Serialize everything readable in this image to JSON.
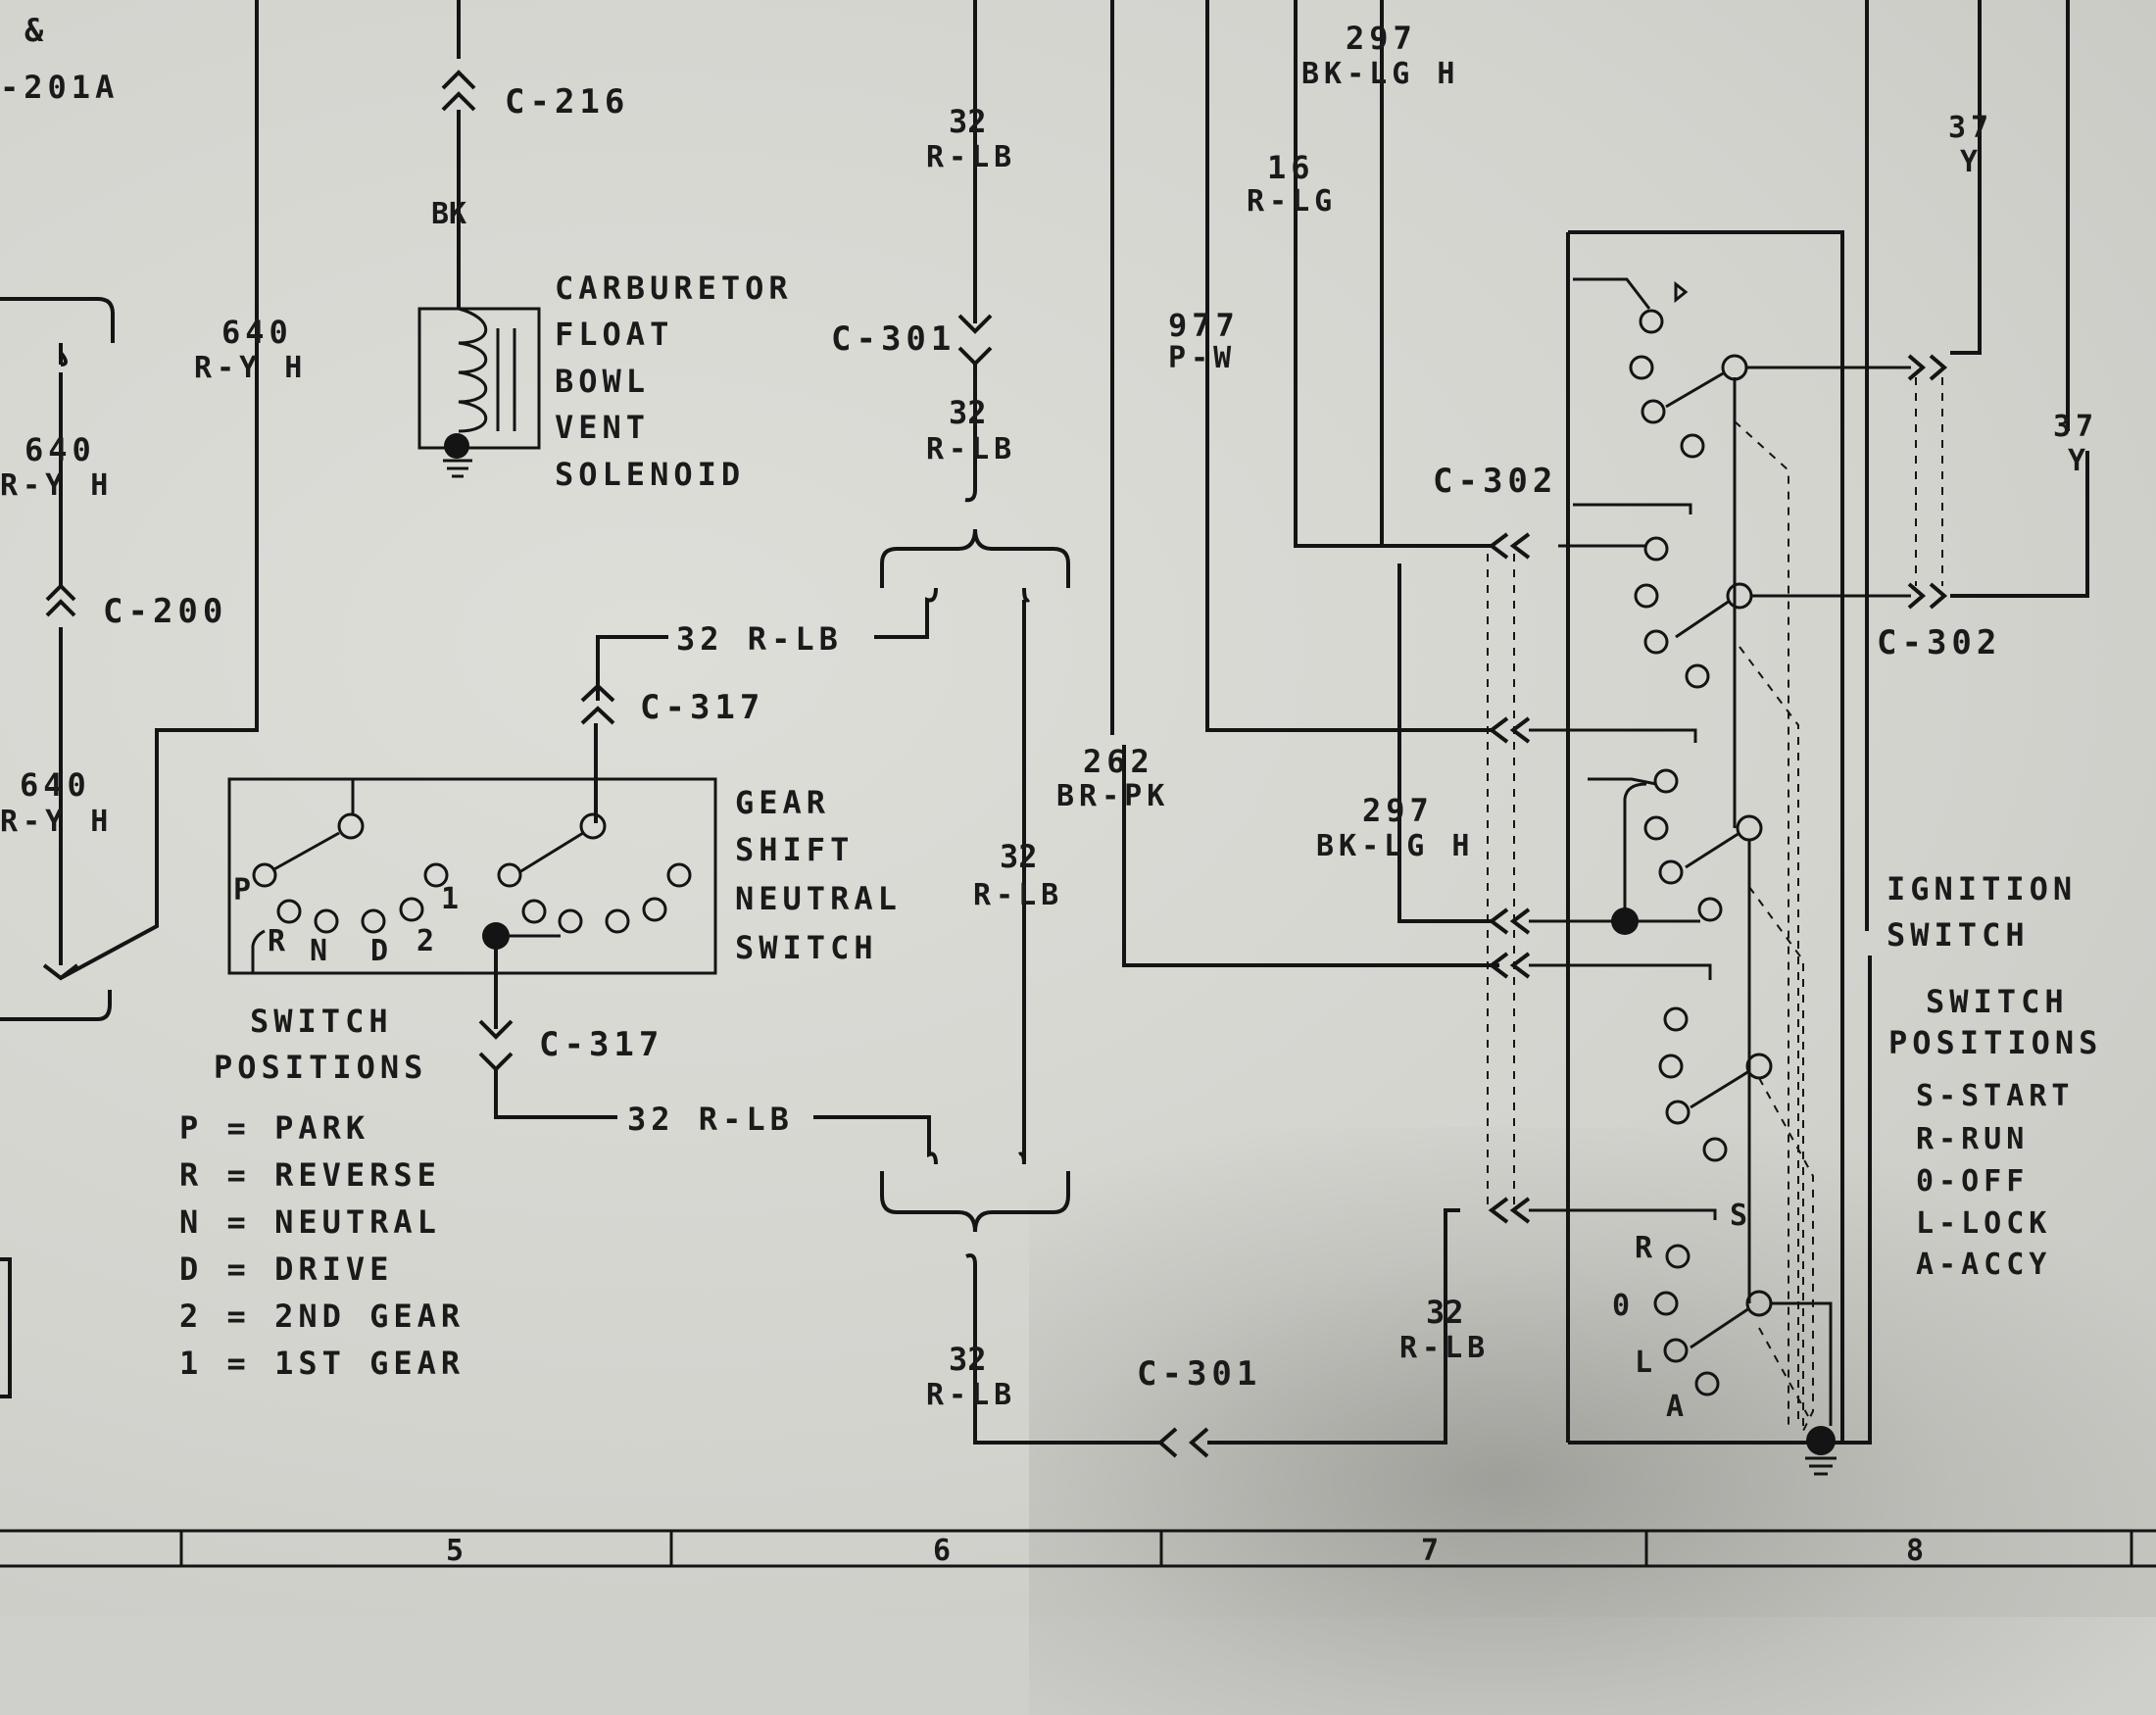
{
  "components": {
    "carb_solenoid": {
      "lines": [
        "CARBURETOR",
        "FLOAT",
        "BOWL",
        "VENT",
        "SOLENOID"
      ]
    },
    "gear_switch": {
      "lines": [
        "GEAR",
        "SHIFT",
        "NEUTRAL",
        "SWITCH"
      ],
      "pos_letters": [
        "P",
        "R",
        "N",
        "D",
        "2",
        "1"
      ]
    },
    "gear_positions": {
      "title": [
        "SWITCH",
        "POSITIONS"
      ],
      "items": [
        "P = PARK",
        "R = REVERSE",
        "N = NEUTRAL",
        "D = DRIVE",
        "2 = 2ND GEAR",
        "1 = 1ST GEAR"
      ]
    },
    "ignition_switch": {
      "lines": [
        "IGNITION",
        "SWITCH"
      ],
      "pos_letters": [
        "S",
        "R",
        "0",
        "L",
        "A"
      ]
    },
    "ignition_positions": {
      "title": [
        "SWITCH",
        "POSITIONS"
      ],
      "items": [
        "S-START",
        "R-RUN",
        "0-OFF",
        "L-LOCK",
        "A-ACCY"
      ]
    }
  },
  "connectors": {
    "c216": "C-216",
    "c200": "C-200",
    "c301_a": "C-301",
    "c301_b": "C-301",
    "c317_a": "C-317",
    "c317_b": "C-317",
    "c302_a": "C-302",
    "c302_b": "C-302"
  },
  "wires": {
    "w201a": "-201A",
    "w201_amp": "&",
    "bk": "BK",
    "w640_a_num": "640",
    "w640_a_col": "R-Y H",
    "w640_b_num": "640",
    "w640_b_col": "R-Y H",
    "w640_c_num": "640",
    "w640_c_col": "R-Y H",
    "w32_a_num": "32",
    "w32_a_col": "R-LB",
    "w32_b_num": "32",
    "w32_b_col": "R-LB",
    "w32_c": "32 R-LB",
    "w32_d": "32 R-LB",
    "w32_e_num": "32",
    "w32_e_col": "R-LB",
    "w32_f_num": "32",
    "w32_f_col": "R-LB",
    "w32_g_num": "32",
    "w32_g_col": "R-LB",
    "w297_a_num": "297",
    "w297_a_col": "BK-LG H",
    "w297_b_num": "297",
    "w297_b_col": "BK-LG H",
    "w16_num": "16",
    "w16_col": "R-LG",
    "w977_num": "977",
    "w977_col": "P-W",
    "w262_num": "262",
    "w262_col": "BR-PK",
    "w37_a_num": "37",
    "w37_a_col": "Y",
    "w37_b_num": "37",
    "w37_b_col": "Y"
  },
  "grid_zones": [
    "5",
    "6",
    "7",
    "8"
  ]
}
